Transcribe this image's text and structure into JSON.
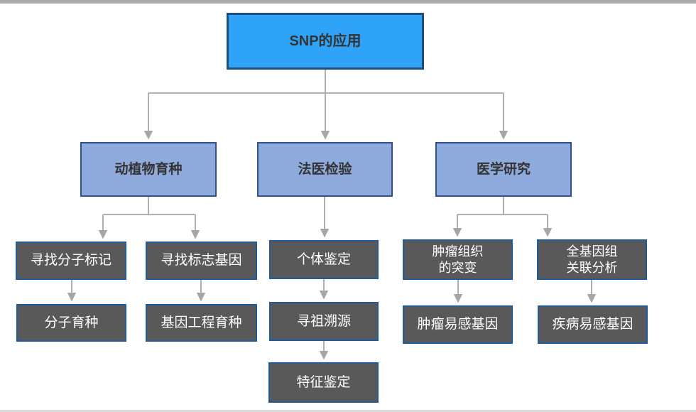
{
  "diagram": {
    "title": "SNP的应用",
    "nodes": {
      "root": {
        "label": "SNP的应用"
      },
      "breeding": {
        "label": "动植物育种"
      },
      "forensic": {
        "label": "法医检验"
      },
      "medical": {
        "label": "医学研究"
      },
      "molmarker": {
        "label": "寻找分子标记"
      },
      "markgene": {
        "label": "寻找标志基因"
      },
      "individ": {
        "label": "个体鉴定"
      },
      "tumormut": {
        "label": "肿瘤组织\n的突变"
      },
      "gwas": {
        "label": "全基因组\n关联分析"
      },
      "molbreed": {
        "label": "分子育种"
      },
      "genebreed": {
        "label": "基因工程育种"
      },
      "ancestry": {
        "label": "寻祖溯源"
      },
      "tumorgene": {
        "label": "肿瘤易感基因"
      },
      "disgene": {
        "label": "疾病易感基因"
      },
      "trait": {
        "label": "特征鉴定"
      }
    },
    "edges": [
      {
        "from": "root",
        "to": "breeding"
      },
      {
        "from": "root",
        "to": "forensic"
      },
      {
        "from": "root",
        "to": "medical"
      },
      {
        "from": "breeding",
        "to": "molmarker"
      },
      {
        "from": "breeding",
        "to": "markgene"
      },
      {
        "from": "forensic",
        "to": "individ"
      },
      {
        "from": "medical",
        "to": "tumormut"
      },
      {
        "from": "medical",
        "to": "gwas"
      },
      {
        "from": "molmarker",
        "to": "molbreed"
      },
      {
        "from": "markgene",
        "to": "genebreed"
      },
      {
        "from": "individ",
        "to": "ancestry"
      },
      {
        "from": "tumormut",
        "to": "tumorgene"
      },
      {
        "from": "gwas",
        "to": "disgene"
      },
      {
        "from": "ancestry",
        "to": "trait"
      }
    ],
    "colors": {
      "root_fill": "#2ea3f8",
      "root_border": "#1f4e79",
      "branch_fill": "#8faadc",
      "branch_border": "#2e5395",
      "leaf_fill": "#595959",
      "leaf_border": "#1f5c9e",
      "leaf_text": "#ffffff",
      "heading_text": "#333333",
      "connector": "#a6a6a6",
      "top_strip": "#ababab",
      "bottom_edge": "#d9d9d9"
    }
  }
}
